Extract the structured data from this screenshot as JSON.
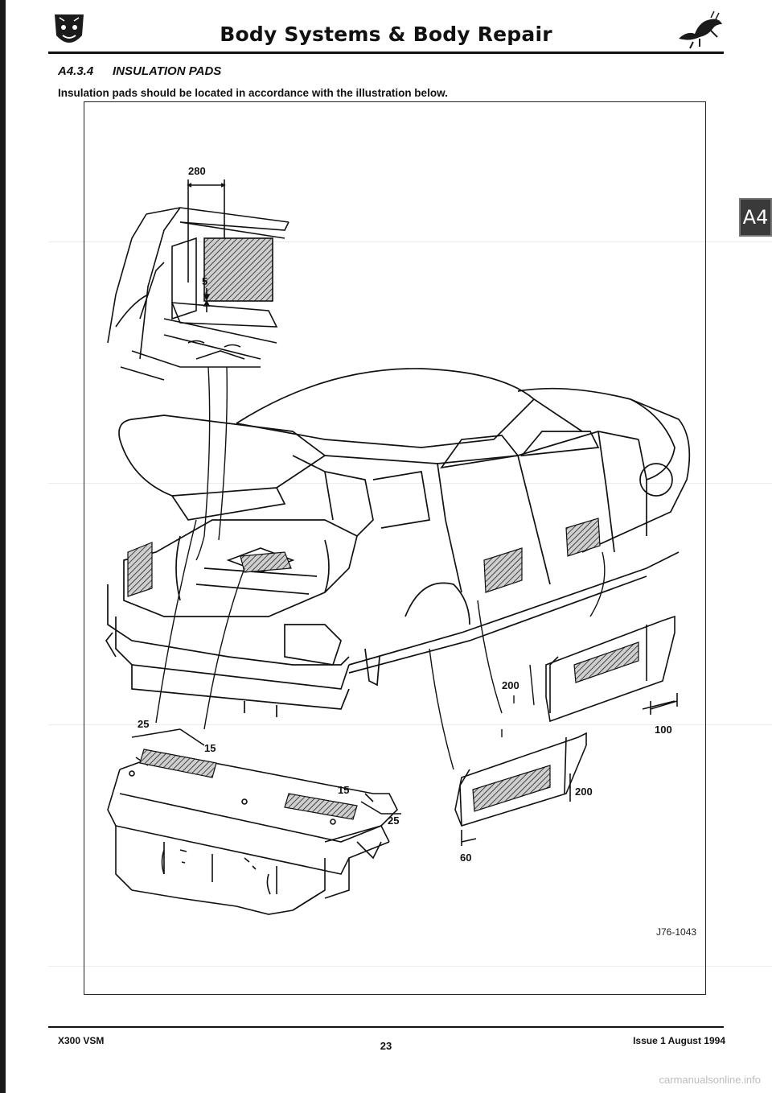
{
  "header": {
    "title": "Body Systems & Body Repair"
  },
  "section": {
    "number": "A4.3.4",
    "title": "INSULATION PADS"
  },
  "intro": "Insulation pads should be located in accordance with the illustration below.",
  "chapter_tab": "A4",
  "figure": {
    "reference": "J76-1043",
    "dimensions": {
      "boot_width": "280",
      "boot_gap": "5",
      "rear_left_inset": "25",
      "rear_left_gap": "15",
      "rear_right_gap": "15",
      "rear_right_inset": "25",
      "front_door_top": "200",
      "front_door_side": "100",
      "rear_door_top": "200",
      "rear_door_side": "60"
    }
  },
  "footer": {
    "left": "X300 VSM",
    "page": "23",
    "right": "Issue 1 August 1994"
  },
  "watermark": "carmanualsonline.info",
  "colors": {
    "ink": "#111111",
    "tab": "#3a3a3a"
  }
}
